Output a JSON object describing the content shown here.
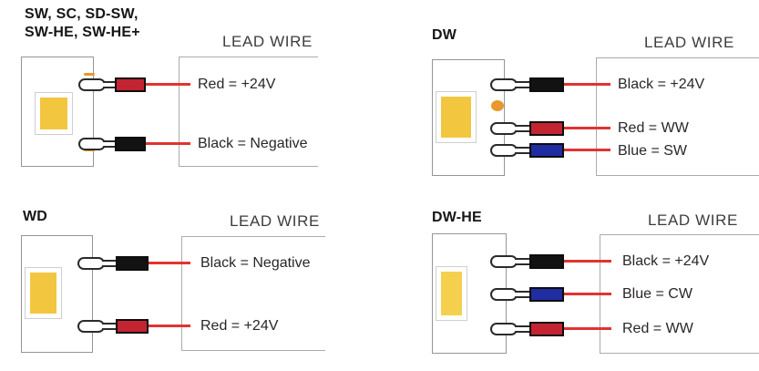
{
  "diagram": {
    "colors": {
      "wire_line": "#e03431",
      "crimp_red": "#c32431",
      "crimp_black": "#121212",
      "crimp_blue": "#1f2da0",
      "led_chip": "#f3c640",
      "led_chip_he": "#f5d04f",
      "solder_pad": "#e8982e"
    },
    "quadrants": [
      {
        "title": "SW, SC, SD-SW,\nSW-HE, SW-HE+",
        "lead_wire_header": "LEAD WIRE",
        "wires": [
          {
            "label": "Red = +24V",
            "crimp_color": "#c32431"
          },
          {
            "label": "Black = Negative",
            "crimp_color": "#121212"
          }
        ]
      },
      {
        "title": "DW",
        "lead_wire_header": "LEAD WIRE",
        "wires": [
          {
            "label": "Black = +24V",
            "crimp_color": "#121212"
          },
          {
            "label": "Red = WW",
            "crimp_color": "#c32431"
          },
          {
            "label": "Blue = SW",
            "crimp_color": "#1f2da0"
          }
        ]
      },
      {
        "title": "WD",
        "lead_wire_header": "LEAD WIRE",
        "wires": [
          {
            "label": "Black = Negative",
            "crimp_color": "#121212"
          },
          {
            "label": "Red = +24V",
            "crimp_color": "#c32431"
          }
        ]
      },
      {
        "title": "DW-HE",
        "lead_wire_header": "LEAD WIRE",
        "wires": [
          {
            "label": "Black = +24V",
            "crimp_color": "#121212"
          },
          {
            "label": "Blue = CW",
            "crimp_color": "#1f2da0"
          },
          {
            "label": "Red = WW",
            "crimp_color": "#c32431"
          }
        ]
      }
    ]
  }
}
